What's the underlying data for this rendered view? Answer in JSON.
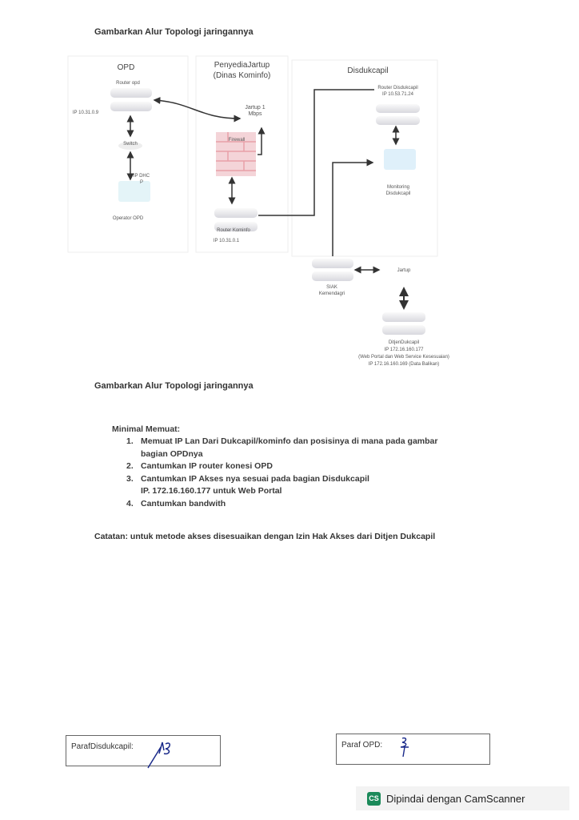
{
  "title_top": "Gambarkan Alur Topologi jaringannya",
  "diagram": {
    "opd": {
      "header": "OPD",
      "router_label": "Router opd",
      "router_ip": "IP 10.31.0.9",
      "switch_label": "Switch",
      "dhcp_label": "IP DHC P",
      "pc_label": "Operator OPD"
    },
    "kominfo": {
      "header_line1": "PenyediaJartup",
      "header_line2": "(Dinas Kominfo)",
      "jartup_label": "Jartup 1 Mbps",
      "firewall_label": "Firewall",
      "router_label": "Router Kominfo",
      "router_ip": "IP 10.31.0.1"
    },
    "disdukcapil": {
      "header": "Disdukcapil",
      "router_label": "Router Disdukcapil",
      "router_ip": "IP 10.53.71.24",
      "monitoring_label": "Monitoring Disdukcapil"
    },
    "siak_label": "SIAK Kemendagri",
    "jartup2_label": "Jartup",
    "ditjen": {
      "name": "DitjenDukcapil",
      "ip1": "IP 172.16.160.177",
      "desc1": "(Web Portal dan Web Service Kesesuaian)",
      "ip2": "IP 172.16.160.169 (Data Balikan)"
    }
  },
  "title_bottom": "Gambarkan Alur Topologi jaringannya",
  "requirements": {
    "heading": "Minimal Memuat:",
    "items": [
      {
        "num": "1.",
        "text": "Memuat IP Lan Dari Dukcapil/kominfo dan posisinya di mana pada gambar",
        "cont": "bagian OPDnya"
      },
      {
        "num": "2.",
        "text": "Cantumkan IP router konesi OPD"
      },
      {
        "num": "3.",
        "text": "Cantumkan IP Akses nya sesuai pada bagian Disdukcapil",
        "cont": "IP. 172.16.160.177 untuk Web Portal"
      },
      {
        "num": "4.",
        "text": "Cantumkan bandwith"
      }
    ]
  },
  "note": "Catatan: untuk metode akses disesuaikan dengan Izin Hak Akses dari Ditjen Dukcapil",
  "signatures": {
    "disdukcapil_label": "ParafDisdukcapil:",
    "opd_label": "Paraf OPD:"
  },
  "watermark": {
    "logo": "CS",
    "text": "Dipindai dengan CamScanner"
  },
  "colors": {
    "ink": "#1a2a8a",
    "firewall": "#e8a0a8",
    "brand": "#1b8a5a"
  }
}
